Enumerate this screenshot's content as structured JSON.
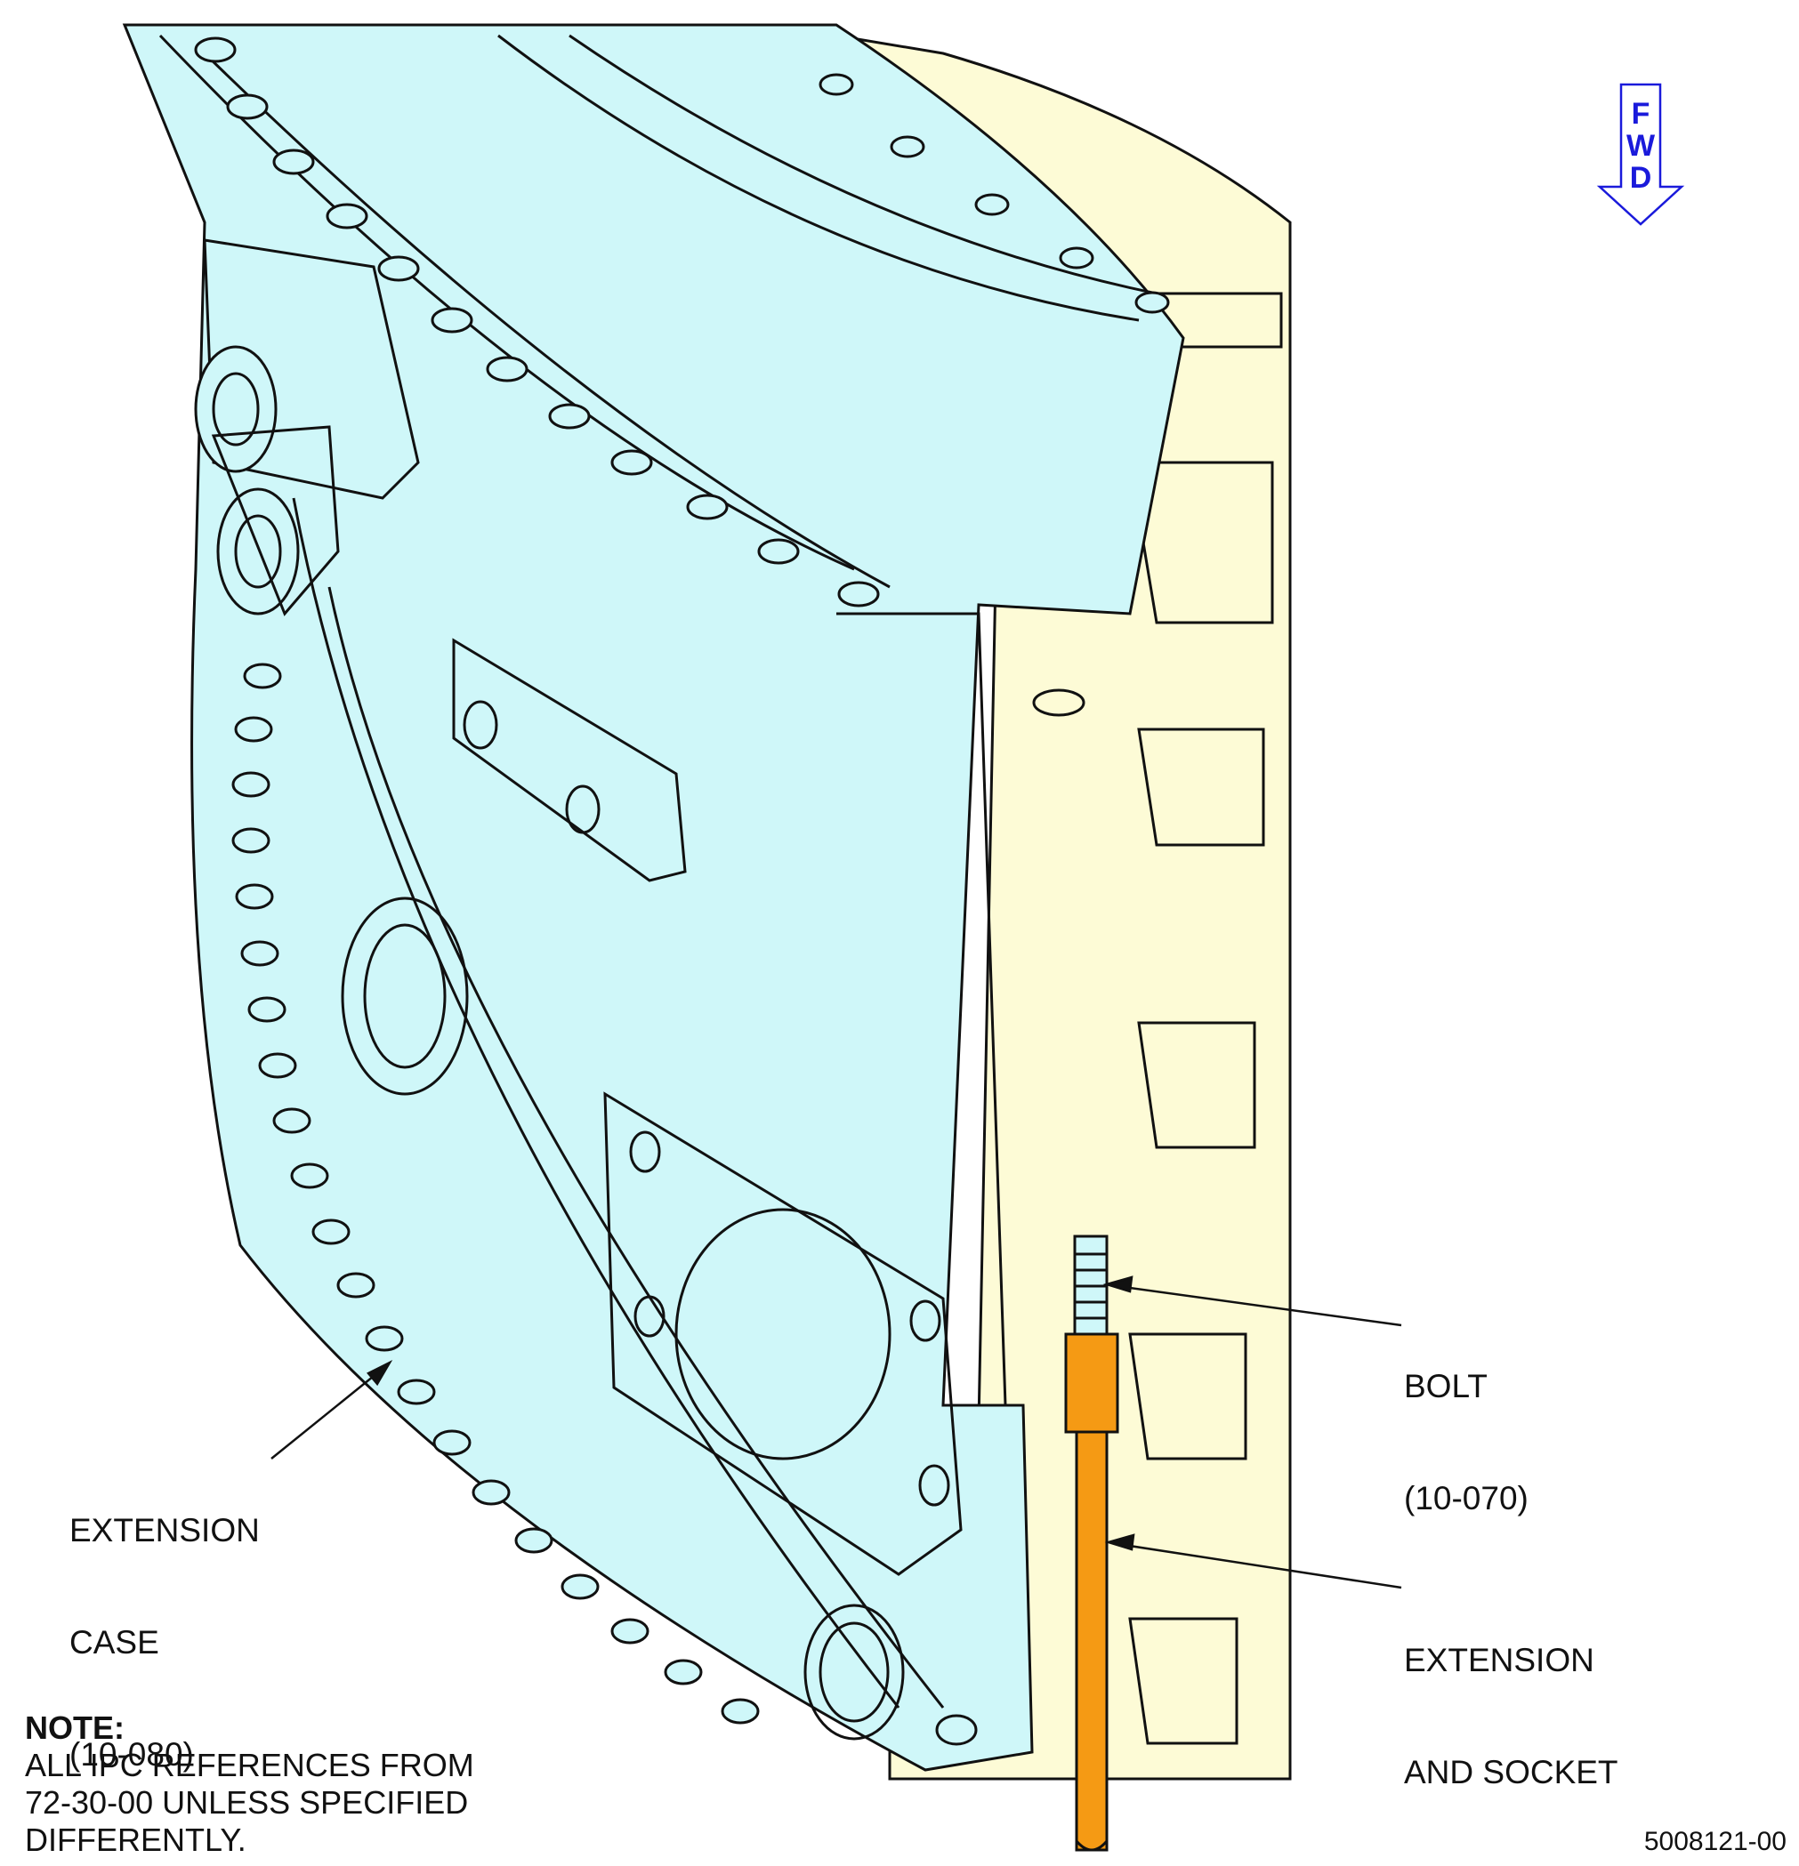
{
  "callouts": {
    "bolt": {
      "name": "BOLT",
      "ref": "(10-070)"
    },
    "extension_socket": {
      "line1": "EXTENSION",
      "line2": "AND SOCKET"
    },
    "extension_case": {
      "line1": "EXTENSION",
      "line2": "CASE",
      "ref": "(10-080)"
    }
  },
  "note": {
    "heading": "NOTE:",
    "lines": [
      "ALL IPC REFERENCES FROM",
      "72-30-00 UNLESS SPECIFIED",
      "DIFFERENTLY."
    ]
  },
  "fwd_indicator": {
    "letters": [
      "F",
      "W",
      "D"
    ]
  },
  "drawing_number": "5008121-00",
  "colors": {
    "case_fill": "#cff7f9",
    "rear_fill": "#fdfbd6",
    "tool_fill": "#f59a14",
    "fwd_blue": "#1a1adb",
    "line": "#111111"
  }
}
